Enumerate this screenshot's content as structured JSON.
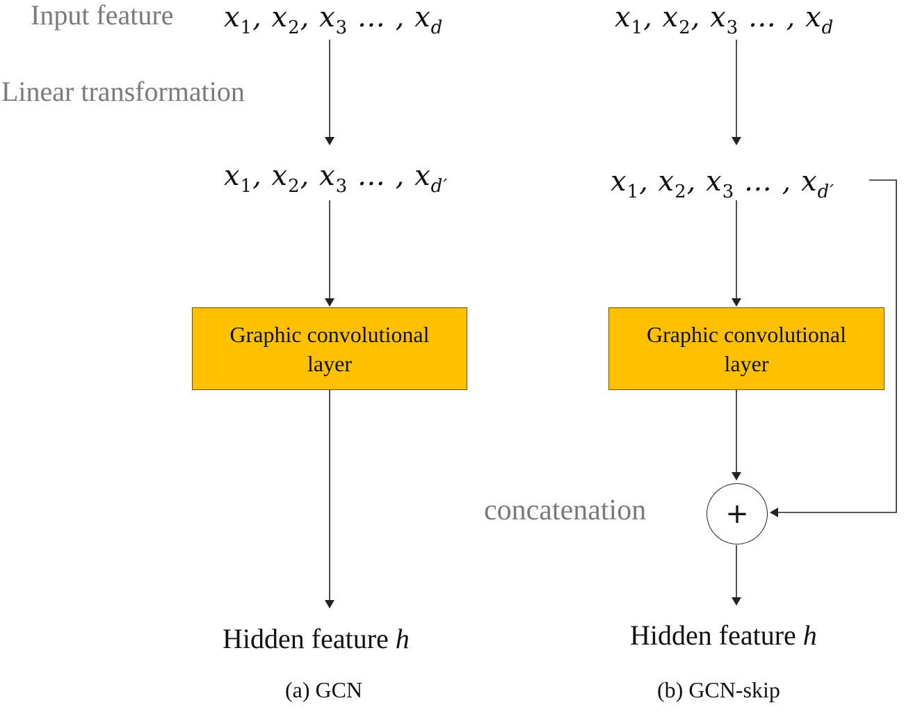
{
  "labels": {
    "input_feature": "Input feature",
    "linear_transformation": "Linear transformation",
    "concatenation": "concatenation"
  },
  "math": {
    "x": "x",
    "sep": ",",
    "ellipsis": " … ,",
    "sub_1": "1",
    "sub_2": "2",
    "sub_3": "3",
    "sub_d": "d",
    "sub_dprime": "d′"
  },
  "boxes": {
    "gcn_layer_line1": "Graphic convolutional",
    "gcn_layer_line2": "layer"
  },
  "circle_symbol": "+",
  "outputs": {
    "hidden_text": "Hidden feature",
    "hidden_var": "h"
  },
  "captions": {
    "a": "(a) GCN",
    "b": "(b) GCN-skip"
  },
  "colors": {
    "box_fill": "#FFC000",
    "label_gray": "#7a7a7a",
    "line": "#222222"
  }
}
